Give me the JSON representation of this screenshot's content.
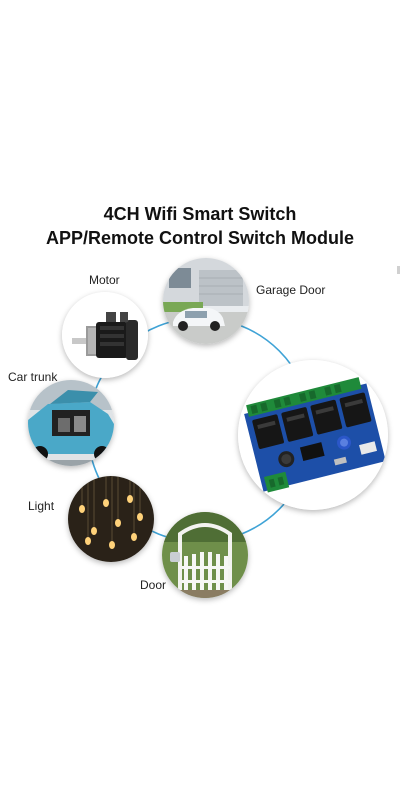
{
  "title_line1": "4CH Wifi Smart Switch",
  "title_line2": "APP/Remote Control Switch Module",
  "labels": {
    "motor": "Motor",
    "garage_door": "Garage Door",
    "car_trunk": "Car trunk",
    "light": "Light",
    "door": "Door"
  },
  "colors": {
    "ring": "#3fa3d6",
    "pcb": "#1d4fa8",
    "terminal": "#1f8a3a"
  },
  "icons": [
    "servo-motor-icon",
    "garage-car-icon",
    "car-trunk-icon",
    "light-bulbs-icon",
    "garden-gate-icon",
    "relay-module-icon"
  ]
}
